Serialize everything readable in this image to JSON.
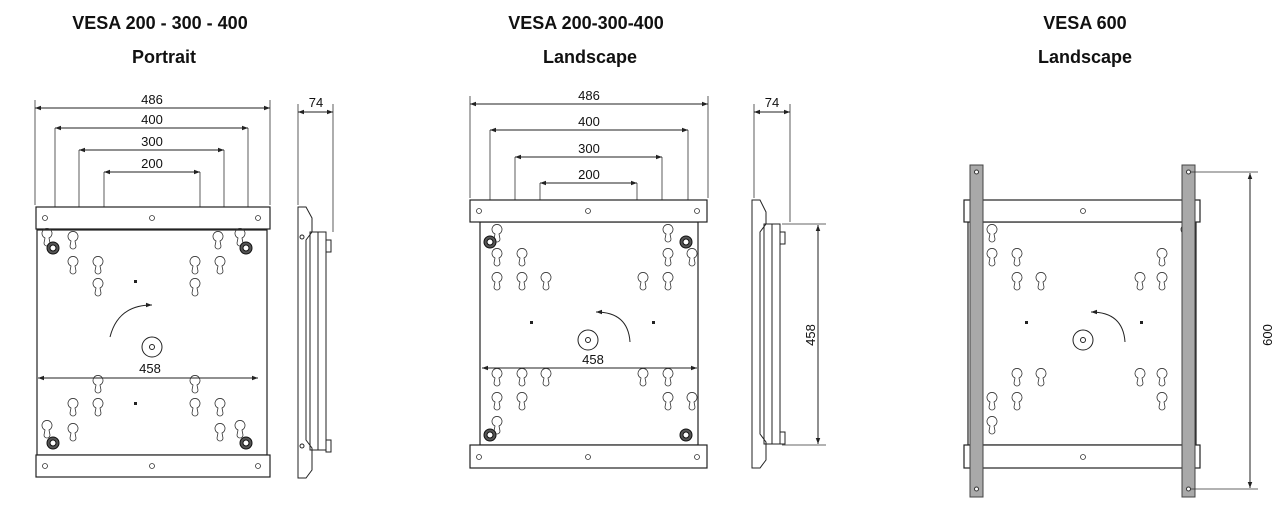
{
  "panels": [
    {
      "title": "VESA 200 - 300 - 400",
      "subtitle": "Portrait",
      "dims": {
        "w486": "486",
        "w400": "400",
        "w300": "300",
        "w200": "200",
        "w458": "458",
        "depth": "74"
      }
    },
    {
      "title": "VESA 200-300-400",
      "subtitle": "Landscape",
      "dims": {
        "w486": "486",
        "w400": "400",
        "w300": "300",
        "w200": "200",
        "w458": "458",
        "depth": "74",
        "h458": "458"
      }
    },
    {
      "title": "VESA 600",
      "subtitle": "Landscape",
      "dims": {
        "h600": "600"
      }
    }
  ]
}
